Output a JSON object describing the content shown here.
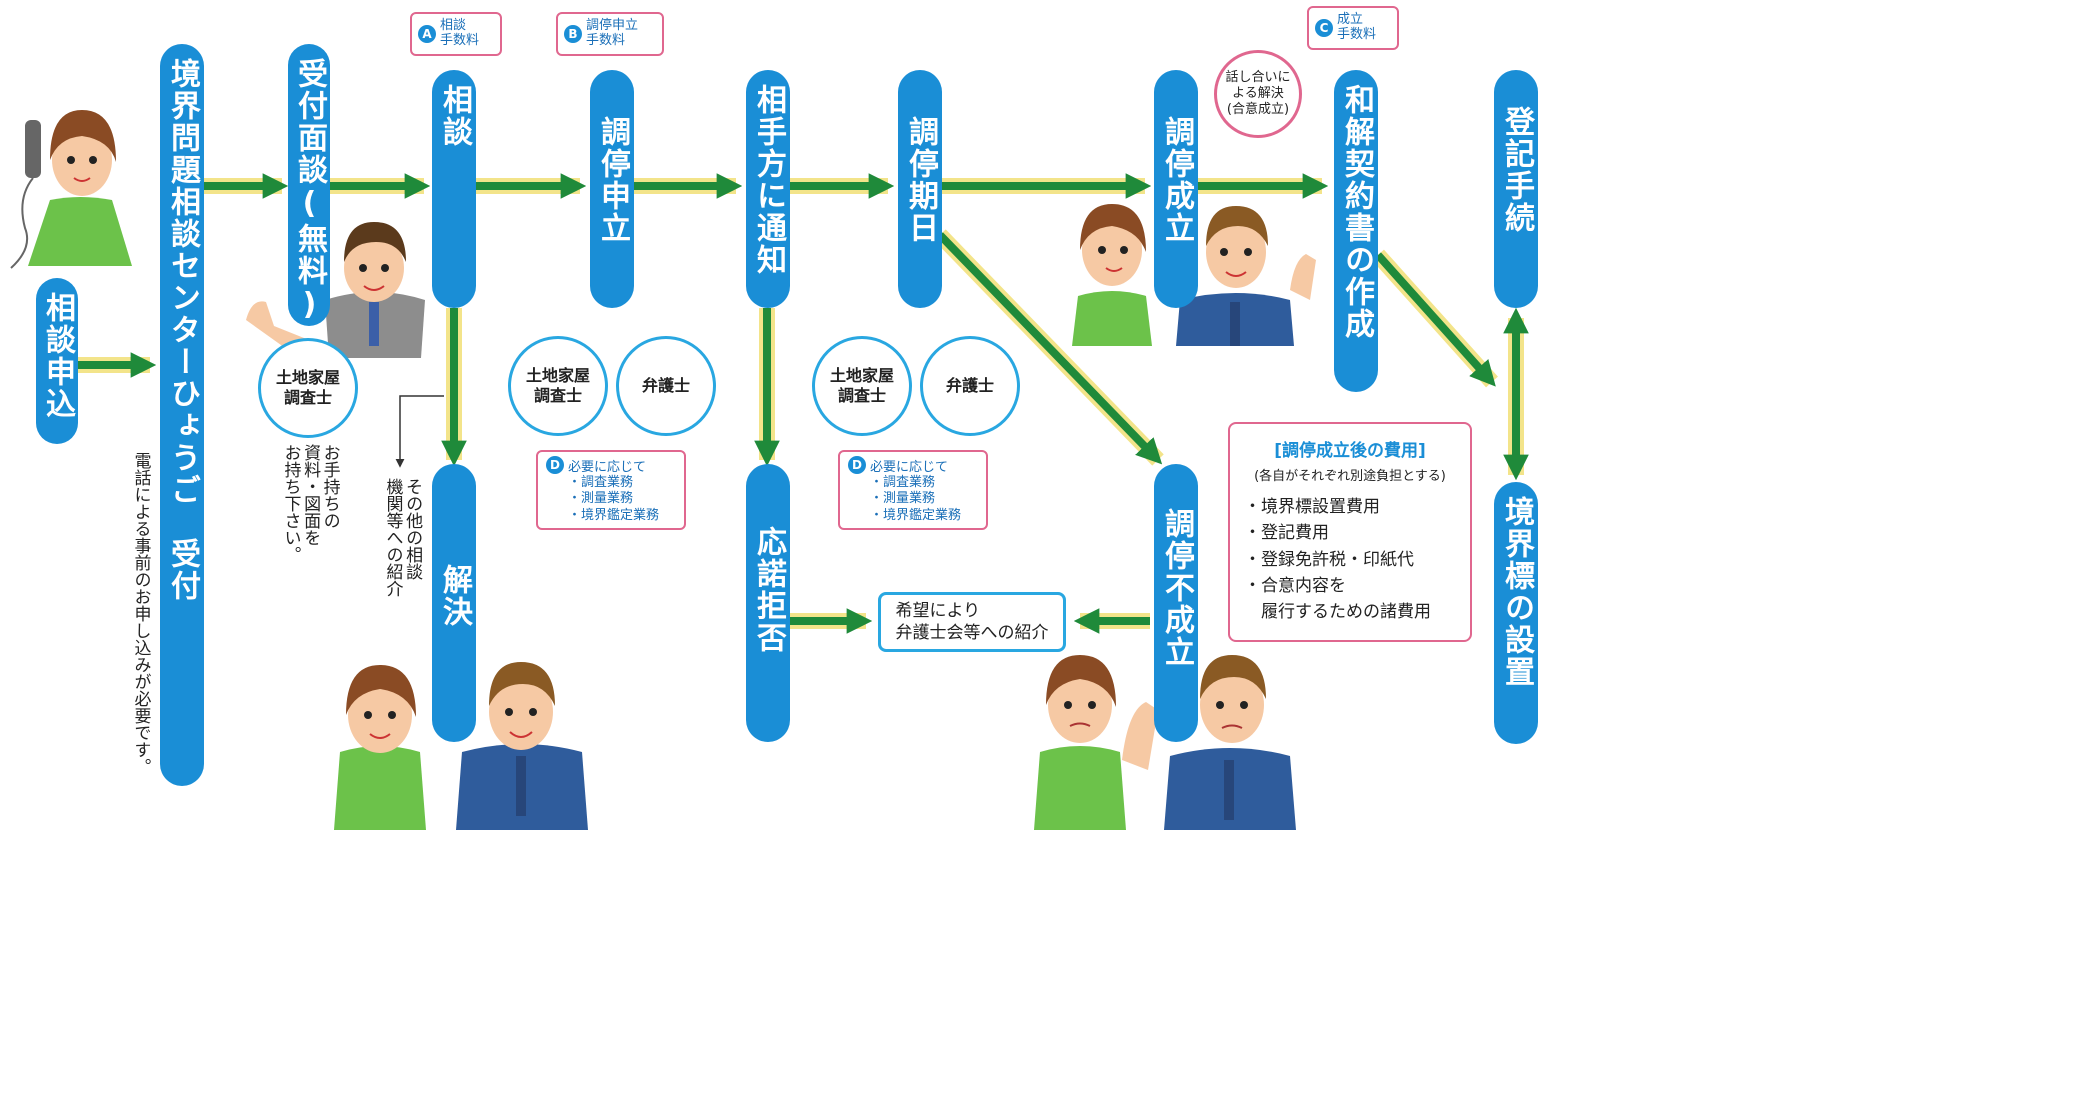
{
  "steps": {
    "application": "相談申込",
    "center": "境界問題相談センターひょうご　受付",
    "reception": "受付面談(無料)",
    "consultation": "相談",
    "resolved": "解決",
    "petition": "調停申立",
    "notify": "相手方に通知",
    "refuse": "応諾拒否",
    "hearing": "調停期日",
    "success": "調停成立",
    "failure": "調停不成立",
    "contract": "和解契約書の作成",
    "registration": "登記手続",
    "marker": "境界標の設置"
  },
  "fees": {
    "a": {
      "badge": "A",
      "text": "相談\n手数料"
    },
    "b": {
      "badge": "B",
      "text": "調停申立\n手数料"
    },
    "c": {
      "badge": "C",
      "text": "成立\n手数料"
    }
  },
  "experts": {
    "reception_surveyor": "土地家屋\n調査士",
    "petition_surveyor": "土地家屋\n調査士",
    "petition_lawyer": "弁護士",
    "hearing_surveyor": "土地家屋\n調査士",
    "hearing_lawyer": "弁護士"
  },
  "agreement_bubble": "話し合いに\nよる解決\n(合意成立)",
  "notes": {
    "d1": {
      "badge": "D",
      "title": "必要に応じて",
      "items": [
        "・調査業務",
        "・測量業務",
        "・境界鑑定業務"
      ]
    },
    "d2": {
      "badge": "D",
      "title": "必要に応じて",
      "items": [
        "・調査業務",
        "・測量業務",
        "・境界鑑定業務"
      ]
    }
  },
  "texts": {
    "phone_note": "電話による事前のお申し込みが必要です。",
    "bring_docs": "お手持ちの\n資料・図面を\nお持ち下さい。",
    "other_referral": "その他の相談\n機関等への紹介",
    "referral_box": "希望により\n弁護士会等への紹介"
  },
  "costs": {
    "title": "[調停成立後の費用]",
    "subtitle": "(各自がそれぞれ別途負担とする)",
    "items": [
      "・境界標設置費用",
      "・登記費用",
      "・登録免許税・印紙代",
      "・合意内容を",
      "　履行するための諸費用"
    ]
  },
  "colors": {
    "pill_blue": "#1a8ed6",
    "arrow_green": "#1f8a3a",
    "arrow_glow": "#f3e48a",
    "fee_border": "#e0678f",
    "circle_border": "#29a7e1"
  }
}
